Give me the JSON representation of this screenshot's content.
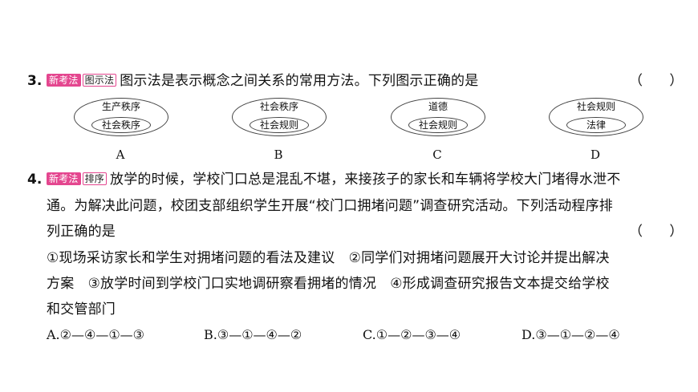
{
  "q3": {
    "number": "3.",
    "tag_primary": "新考法",
    "tag_secondary": "图示法",
    "stem": "图示法是表示概念之间关系的常用方法。下列图示正确的是",
    "paren": "（ ）",
    "diagrams": [
      {
        "label": "A",
        "outer": "生产秩序",
        "inner": "社会秩序"
      },
      {
        "label": "B",
        "outer": "社会秩序",
        "inner": "社会规则"
      },
      {
        "label": "C",
        "outer": "道德",
        "inner": "社会规则"
      },
      {
        "label": "D",
        "outer": "社会规则",
        "inner": "法律"
      }
    ]
  },
  "q4": {
    "number": "4.",
    "tag_primary": "新考法",
    "tag_secondary": "排序",
    "lines": [
      "放学的时候，学校门口总是混乱不堪，来接孩子的家长和车辆将学校大门堵得水泄不",
      "通。为解决此问题，校团支部组织学生开展“校门口拥堵问题”调查研究活动。下列活动程序排",
      "列正确的是",
      "①现场采访家长和学生对拥堵问题的看法及建议　②同学们对拥堵问题展开大讨论并提出解决",
      "方案　③放学时间到学校门口实地调研察看拥堵的情况　④形成调查研究报告文本提交给学校",
      "和交管部门"
    ],
    "paren": "（ ）",
    "options": [
      "A.②—④—①—③",
      "B.③—①—④—②",
      "C.①—②—③—④",
      "D.③—①—②—④"
    ]
  }
}
